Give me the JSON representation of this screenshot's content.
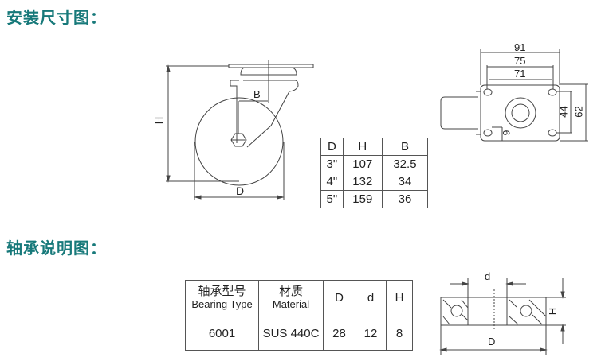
{
  "sections": {
    "install_title": "安装尺寸图：",
    "bearing_title": "轴承说明图："
  },
  "caster_diagram": {
    "labels": {
      "height": "H",
      "diameter": "D",
      "offset": "B"
    }
  },
  "size_table": {
    "headers": [
      "D",
      "H",
      "B"
    ],
    "rows": [
      [
        "3\"",
        "107",
        "32.5"
      ],
      [
        "4\"",
        "132",
        "34"
      ],
      [
        "5\"",
        "159",
        "36"
      ]
    ]
  },
  "plate_diagram": {
    "dims": {
      "width_outer": "91",
      "width_mid": "75",
      "width_inner": "71",
      "height_inner": "44",
      "height_outer": "62",
      "hole": "9"
    }
  },
  "bearing_table": {
    "headers": [
      {
        "zh": "轴承型号",
        "en": "Bearing Type"
      },
      {
        "zh": "材质",
        "en": "Material"
      },
      {
        "en": "D"
      },
      {
        "en": "d"
      },
      {
        "en": "H"
      }
    ],
    "row": [
      "6001",
      "SUS 440C",
      "28",
      "12",
      "8"
    ]
  },
  "bearing_diagram": {
    "labels": {
      "inner": "d",
      "outer": "D",
      "height": "H"
    }
  },
  "colors": {
    "title": "#17797a",
    "line": "#444444"
  }
}
